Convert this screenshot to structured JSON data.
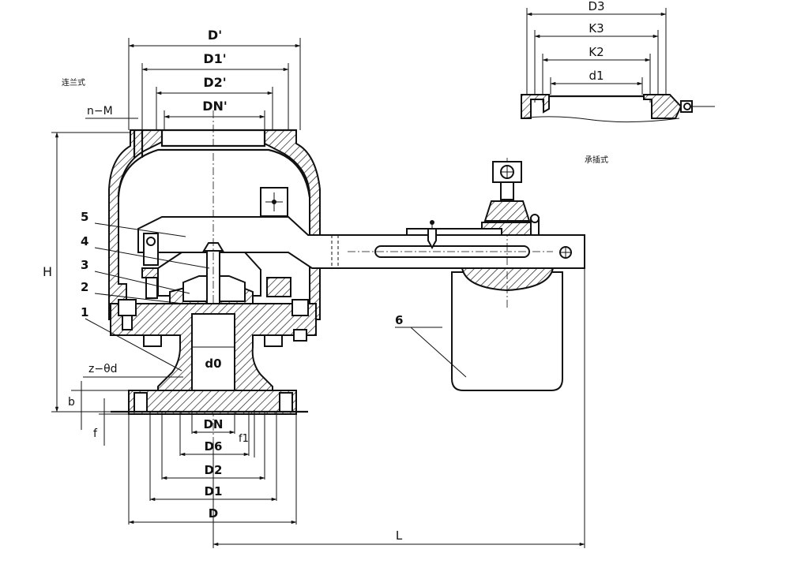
{
  "dimensions": {
    "D_prime": "D'",
    "D1_prime": "D1'",
    "D2_prime": "D2'",
    "DN_prime": "DN'",
    "n_M": "n−M",
    "H": "H",
    "z_d": "z−θd",
    "b": "b",
    "f": "f",
    "f1": "f1",
    "d0": "d0",
    "DN": "DN",
    "D6": "D6",
    "D2": "D2",
    "D1": "D1",
    "D": "D",
    "L": "L",
    "D3": "D3",
    "K3": "K3",
    "K2": "K2",
    "d1": "d1"
  },
  "notes": {
    "flange_type": "连兰式",
    "socket_type": "承插式"
  },
  "parts": [
    "1",
    "2",
    "3",
    "4",
    "5",
    "6"
  ]
}
